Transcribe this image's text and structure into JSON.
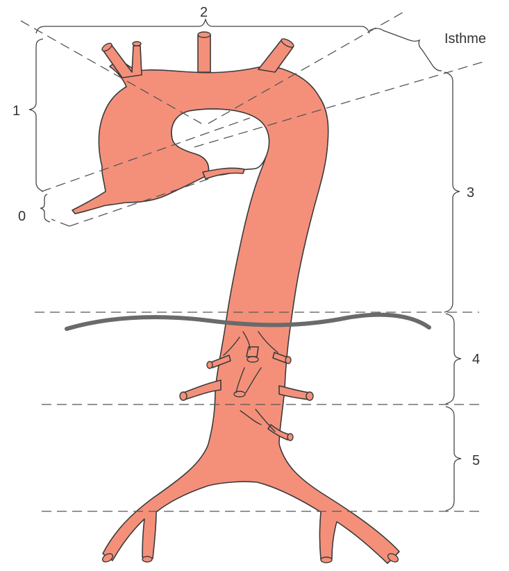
{
  "labels": {
    "zone0": "0",
    "zone1": "1",
    "zone2": "2",
    "zone3": "3",
    "zone4": "4",
    "zone5": "5",
    "isthmus": "Isthme"
  },
  "colors": {
    "aorta_fill": "#f4907a",
    "outline": "#3a3a3a",
    "diaphragm": "#6a6a6a"
  }
}
